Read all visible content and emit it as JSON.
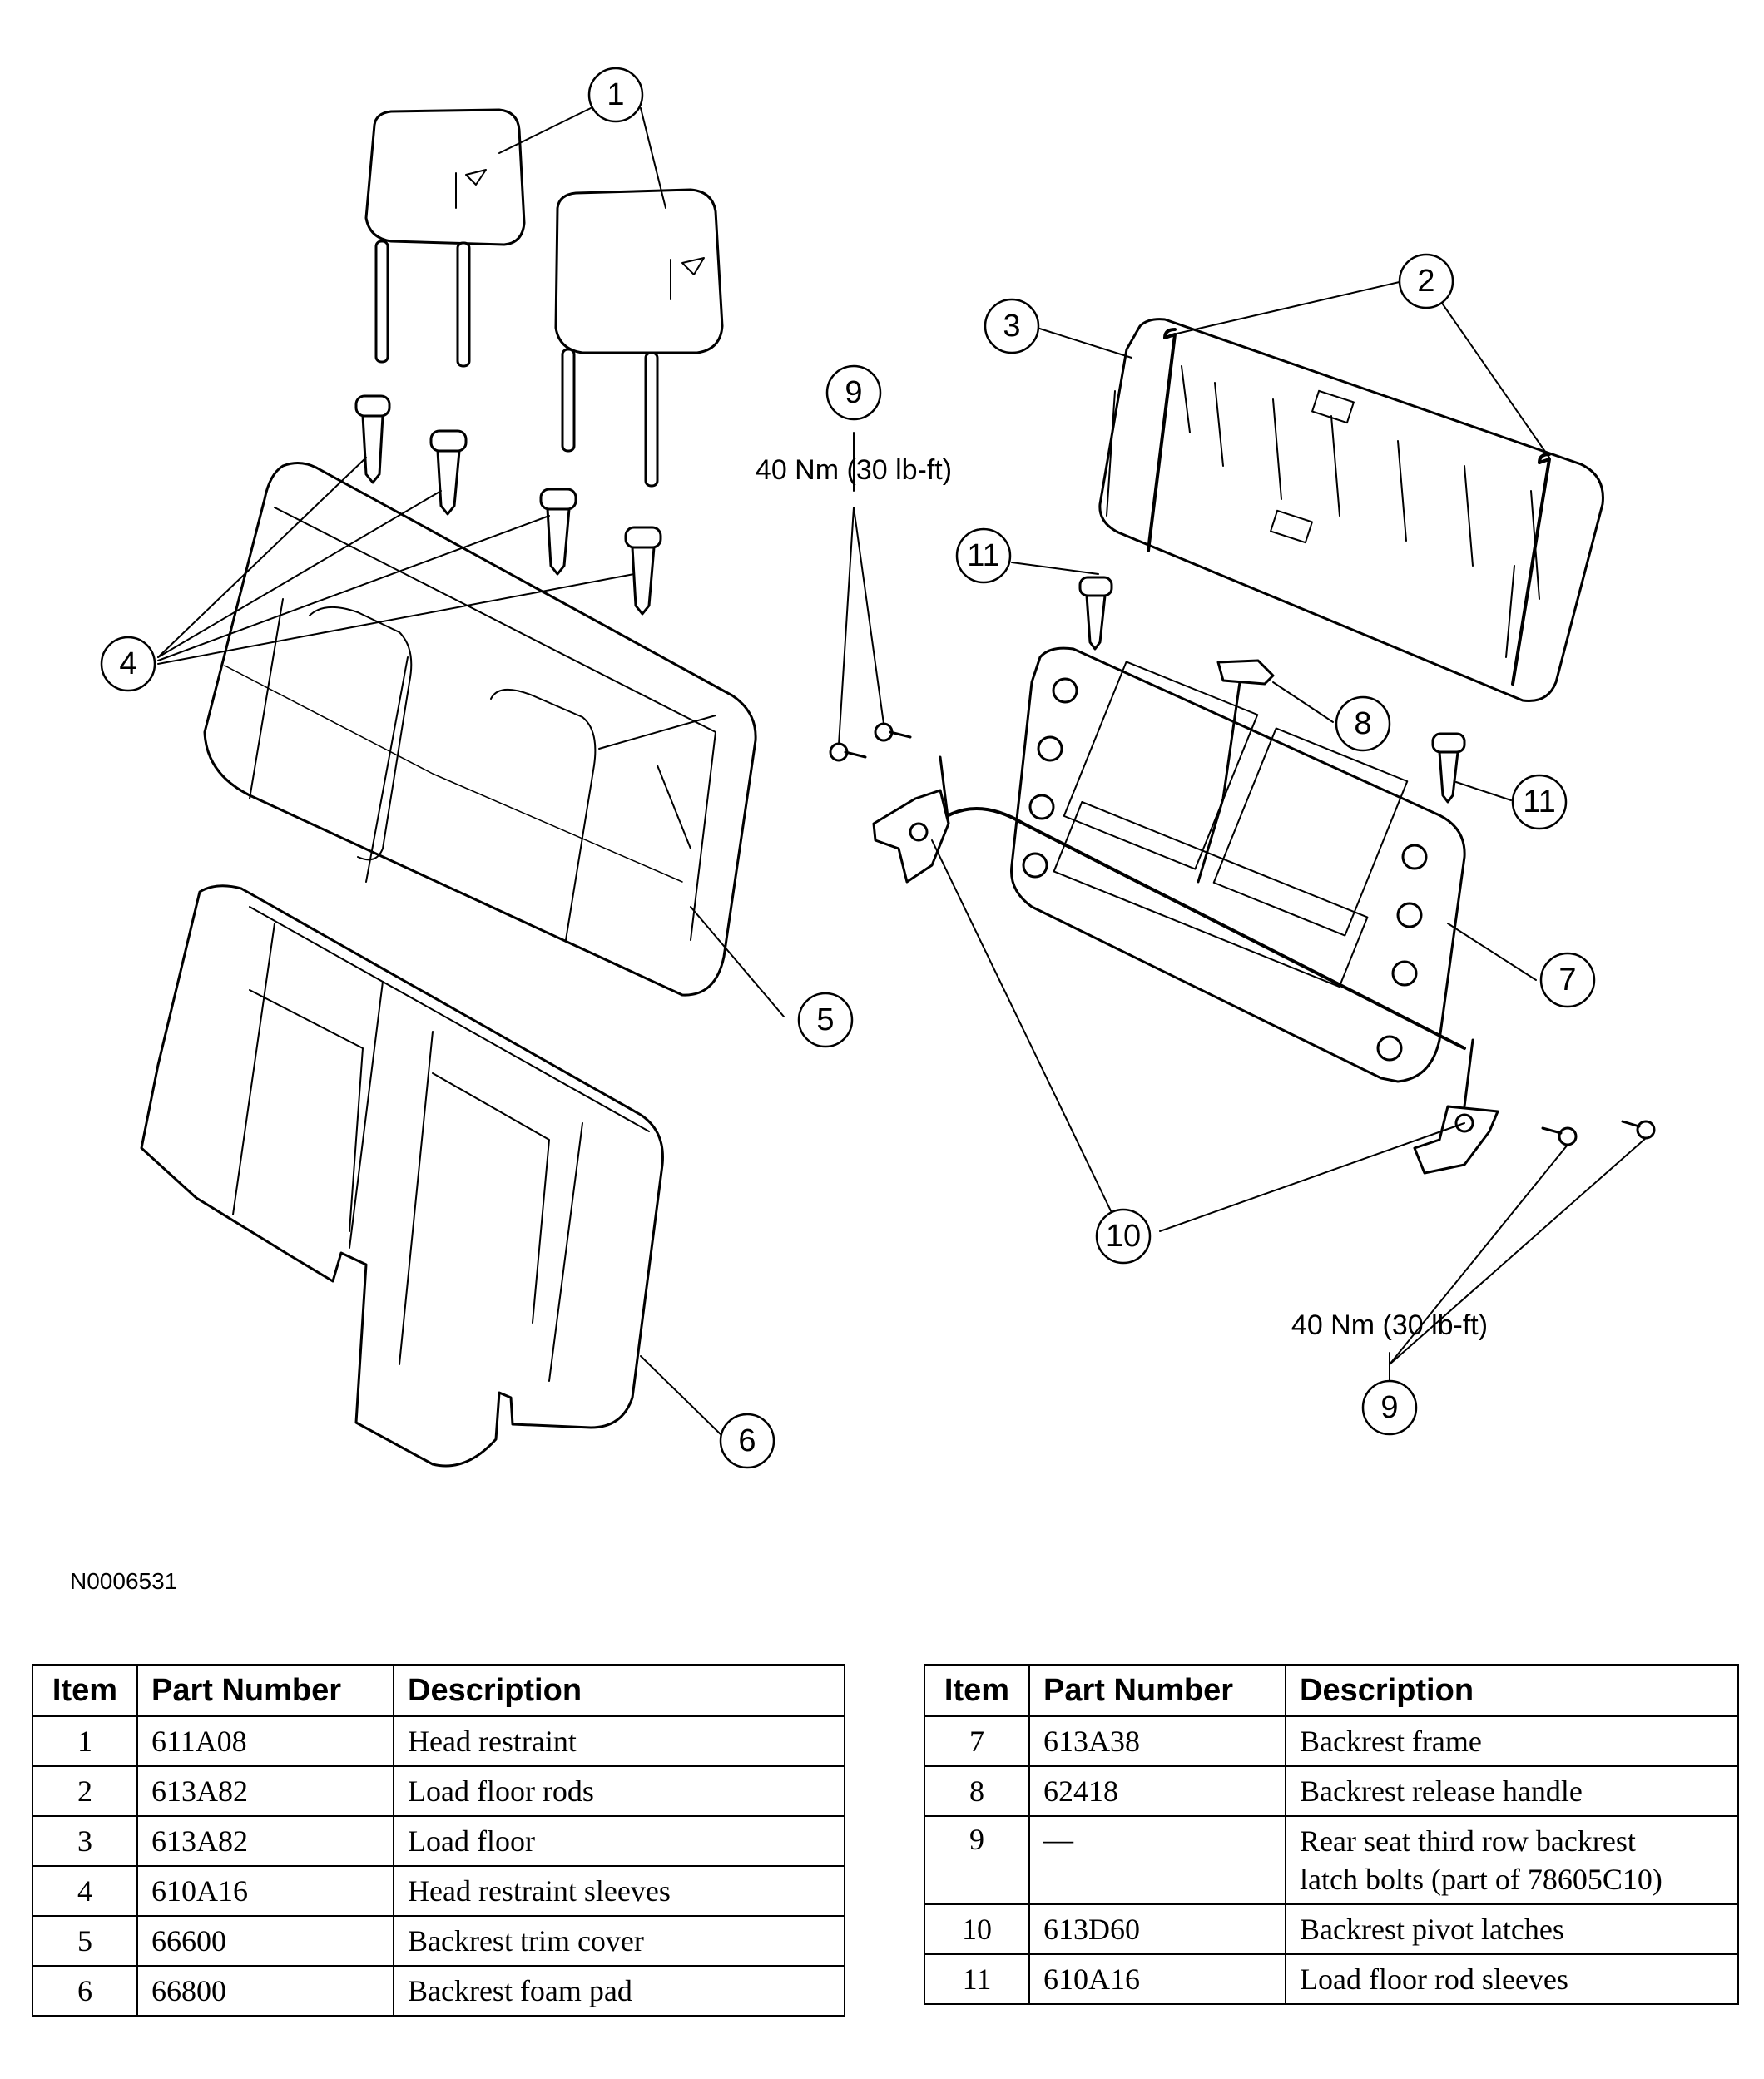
{
  "figure_id": "N0006531",
  "callouts": {
    "c1": "1",
    "c2": "2",
    "c3": "3",
    "c4": "4",
    "c5": "5",
    "c6": "6",
    "c7": "7",
    "c8": "8",
    "c9a": "9",
    "c9b": "9",
    "c10": "10",
    "c11a": "11",
    "c11b": "11"
  },
  "torque_top": "40 Nm (30 lb-ft)",
  "torque_bottom": "40 Nm (30 lb-ft)",
  "table_headers": {
    "item": "Item",
    "part_number": "Part Number",
    "description": "Description"
  },
  "table_left": [
    {
      "item": "1",
      "part": "611A08",
      "desc": "Head restraint"
    },
    {
      "item": "2",
      "part": "613A82",
      "desc": "Load floor rods"
    },
    {
      "item": "3",
      "part": "613A82",
      "desc": "Load floor"
    },
    {
      "item": "4",
      "part": "610A16",
      "desc": "Head restraint sleeves"
    },
    {
      "item": "5",
      "part": "66600",
      "desc": "Backrest trim cover"
    },
    {
      "item": "6",
      "part": "66800",
      "desc": "Backrest foam pad"
    }
  ],
  "table_right": [
    {
      "item": "7",
      "part": "613A38",
      "desc": "Backrest frame"
    },
    {
      "item": "8",
      "part": "62418",
      "desc": "Backrest release handle"
    },
    {
      "item": "9",
      "part": "—",
      "desc_line1": "Rear seat third row backrest",
      "desc_line2": "latch bolts (part of 78605C10)"
    },
    {
      "item": "10",
      "part": "613D60",
      "desc": "Backrest pivot latches"
    },
    {
      "item": "11",
      "part": "610A16",
      "desc": "Load floor rod sleeves"
    }
  ]
}
